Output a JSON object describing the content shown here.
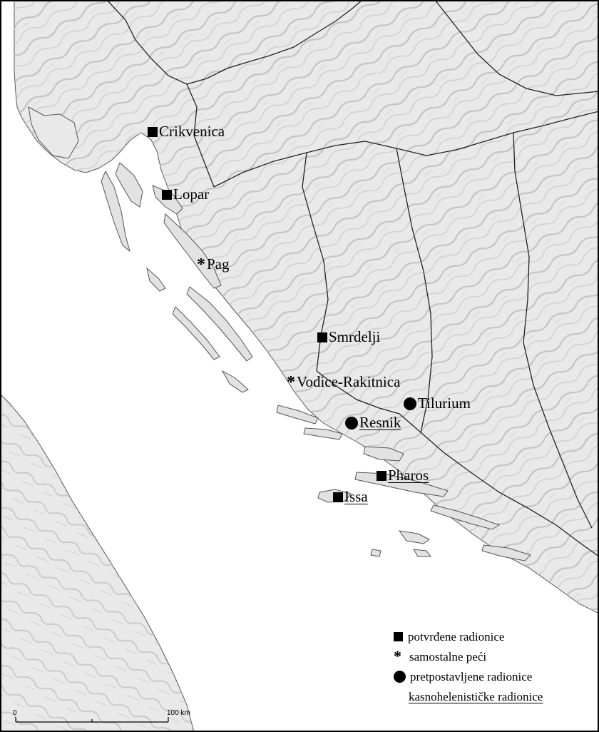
{
  "legend": {
    "confirmed": "potvrđene radionice",
    "independent": "samostalne peći",
    "assumed": "pretpostavljene radionice",
    "late_hellenistic": "kasnohelenističke radionice"
  },
  "scale": {
    "start": "0",
    "end": "100 km"
  },
  "sites": [
    {
      "name": "Crikvenica",
      "type": "confirmed",
      "late_hellenistic": false
    },
    {
      "name": "Lopar",
      "type": "confirmed",
      "late_hellenistic": false
    },
    {
      "name": "Pag",
      "type": "independent",
      "late_hellenistic": false
    },
    {
      "name": "Smrdelji",
      "type": "confirmed",
      "late_hellenistic": false
    },
    {
      "name": "Vodice-Rakitnica",
      "type": "independent",
      "late_hellenistic": false
    },
    {
      "name": "Tilurium",
      "type": "assumed",
      "late_hellenistic": false
    },
    {
      "name": "Resnik",
      "type": "assumed",
      "late_hellenistic": true
    },
    {
      "name": "Pharos",
      "type": "confirmed",
      "late_hellenistic": true
    },
    {
      "name": "Issa",
      "type": "confirmed",
      "late_hellenistic": true
    }
  ],
  "colors": {
    "sea": "#ffffff",
    "land": "#e9e9e9",
    "relief": "#b8b8b8",
    "border": "#222222",
    "coast": "#555555"
  }
}
